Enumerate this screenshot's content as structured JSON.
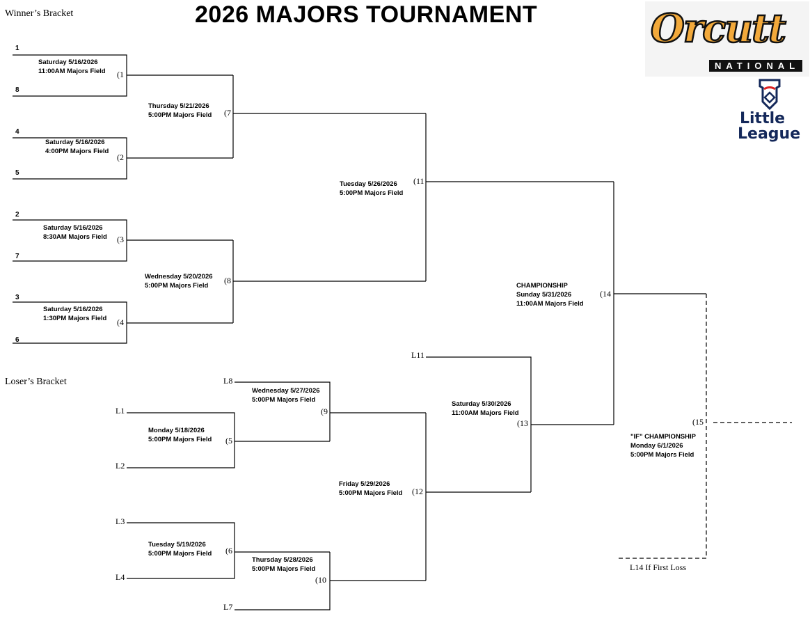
{
  "title": "2026 MAJORS TOURNAMENT",
  "winners_label": "Winner’s Bracket",
  "losers_label": "Loser’s Bracket",
  "logos": {
    "orcutt": "Orcutt",
    "national": "NATIONAL",
    "little": "Little",
    "league": "League"
  },
  "seeds": {
    "s1": "1",
    "s8": "8",
    "s4": "4",
    "s5": "5",
    "s2": "2",
    "s7": "7",
    "s3": "3",
    "s6": "6"
  },
  "loser_slots": {
    "l8": "L8",
    "l1": "L1",
    "l2": "L2",
    "l3": "L3",
    "l4": "L4",
    "l7": "L7",
    "l11": "L11",
    "l14": "L14 If First Loss"
  },
  "games": {
    "g1": {
      "num": "(1",
      "date": "Saturday 5/16/2026",
      "time": "11:00AM Majors Field"
    },
    "g2": {
      "num": "(2",
      "date": "Saturday 5/16/2026",
      "time": "4:00PM Majors Field"
    },
    "g3": {
      "num": "(3",
      "date": "Saturday 5/16/2026",
      "time": "8:30AM Majors Field"
    },
    "g4": {
      "num": "(4",
      "date": "Saturday 5/16/2026",
      "time": "1:30PM Majors Field"
    },
    "g5": {
      "num": "(5",
      "date": "Monday 5/18/2026",
      "time": "5:00PM Majors Field"
    },
    "g6": {
      "num": "(6",
      "date": "Tuesday 5/19/2026",
      "time": "5:00PM Majors Field"
    },
    "g7": {
      "num": "(7",
      "date": "Thursday 5/21/2026",
      "time": "5:00PM Majors Field"
    },
    "g8": {
      "num": "(8",
      "date": "Wednesday 5/20/2026",
      "time": "5:00PM Majors Field"
    },
    "g9": {
      "num": "(9",
      "date": "Wednesday 5/27/2026",
      "time": "5:00PM Majors Field"
    },
    "g10": {
      "num": "(10",
      "date": "Thursday 5/28/2026",
      "time": "5:00PM Majors Field"
    },
    "g11": {
      "num": "(11",
      "date": "Tuesday 5/26/2026",
      "time": "5:00PM Majors Field"
    },
    "g12": {
      "num": "(12",
      "date": "Friday 5/29/2026",
      "time": "5:00PM Majors Field"
    },
    "g13": {
      "num": "(13",
      "date": "Saturday 5/30/2026",
      "time": "11:00AM Majors Field"
    },
    "g14": {
      "num": "(14",
      "label": "CHAMPIONSHIP",
      "date": "Sunday 5/31/2026",
      "time": "11:00AM Majors Field"
    },
    "g15": {
      "num": "(15",
      "label": "\"IF\" CHAMPIONSHIP",
      "date": "Monday 6/1/2026",
      "time": "5:00PM Majors Field"
    }
  }
}
